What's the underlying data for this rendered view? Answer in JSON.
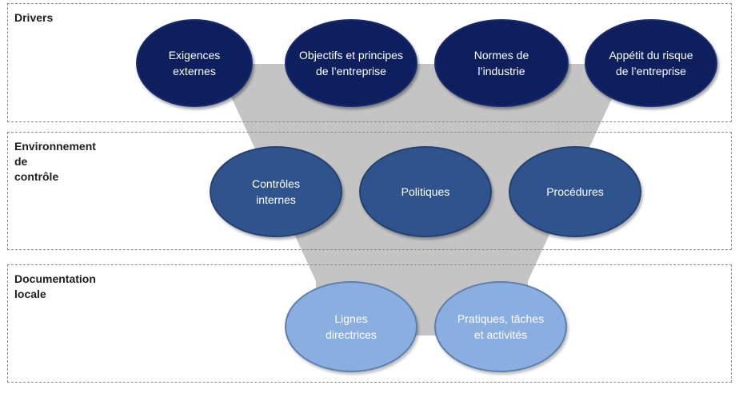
{
  "bands": {
    "drivers": {
      "label": "Drivers"
    },
    "environment": {
      "label": "Environnement\nde\ncontrôle"
    },
    "documentation": {
      "label": "Documentation\nlocale"
    }
  },
  "nodes": {
    "drivers": [
      {
        "label": "Exigences\nexternes"
      },
      {
        "label": "Objectifs et principes\nde l’entreprise"
      },
      {
        "label": "Normes de\nl’industrie"
      },
      {
        "label": "Appétit du risque\nde l’entreprise"
      }
    ],
    "environment": [
      {
        "label": "Contrôles\ninternes"
      },
      {
        "label": "Politiques"
      },
      {
        "label": "Procédures"
      }
    ],
    "documentation": [
      {
        "label": "Lignes\ndirectrices"
      },
      {
        "label": "Pratiques, tâches\net activités"
      }
    ]
  },
  "colors": {
    "drivers_fill": "#0e1f5e",
    "environment_fill": "#2f538c",
    "documentation_fill": "#8aaee0",
    "funnel_fill": "#c4c4c4"
  }
}
